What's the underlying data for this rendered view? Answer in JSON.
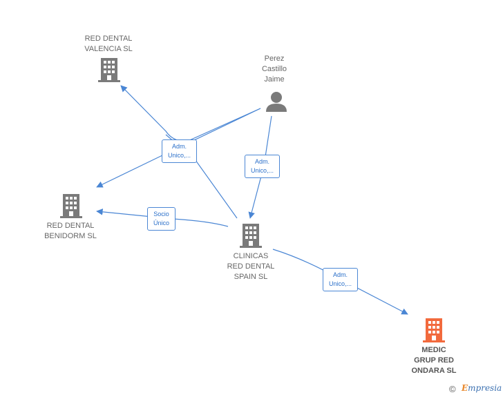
{
  "nodes": {
    "red_dental_valencia": {
      "line1": "RED DENTAL",
      "line2": "VALENCIA  SL"
    },
    "perez_castillo": {
      "line1": "Perez",
      "line2": "Castillo",
      "line3": "Jaime"
    },
    "red_dental_benidorm": {
      "line1": "RED DENTAL",
      "line2": "BENIDORM  SL"
    },
    "clinicas_red_dental": {
      "line1": "CLINICAS",
      "line2": "RED DENTAL",
      "line3": "SPAIN  SL"
    },
    "medic_grup": {
      "line1": "MEDIC",
      "line2": "GRUP RED",
      "line3": "ONDARA  SL"
    }
  },
  "edges": {
    "adm_unico_1": {
      "line1": "Adm.",
      "line2": "Unico,..."
    },
    "adm_unico_2": {
      "line1": "Adm.",
      "line2": "Unico,..."
    },
    "socio_unico": {
      "line1": "Socio",
      "line2": "Único"
    },
    "adm_unico_3": {
      "line1": "Adm.",
      "line2": "Unico,..."
    }
  },
  "footer": {
    "copyright": "©",
    "brand_first": "E",
    "brand_rest": "mpresia"
  },
  "colors": {
    "edge": "#4a86d4",
    "building": "#7a7a7a",
    "highlight_building": "#f26a3d",
    "person": "#7a7a7a"
  }
}
